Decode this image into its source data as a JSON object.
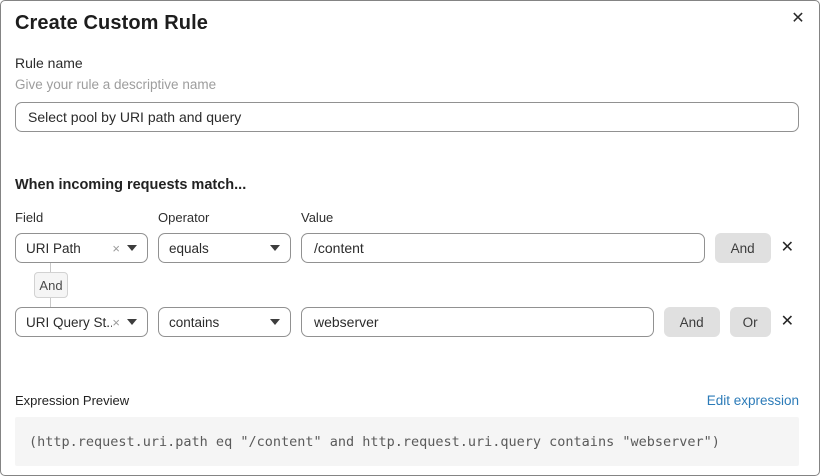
{
  "dialog": {
    "title": "Create Custom Rule"
  },
  "icons": {
    "close": "✕",
    "clear": "×"
  },
  "rule_name": {
    "label": "Rule name",
    "hint": "Give your rule a descriptive name",
    "value": "Select pool by URI path and query"
  },
  "match": {
    "heading": "When incoming requests match...",
    "column_headers": [
      "Field",
      "Operator",
      "Value"
    ],
    "connector_label": "And",
    "rows": [
      {
        "field": "URI Path",
        "operator": "equals",
        "value": "/content",
        "buttons": [
          "And"
        ]
      },
      {
        "field": "URI Query St...",
        "operator": "contains",
        "value": "webserver",
        "buttons": [
          "And",
          "Or"
        ]
      }
    ]
  },
  "expression": {
    "label": "Expression Preview",
    "edit_link": "Edit expression",
    "link_color": "#2c7bb8",
    "code": "(http.request.uri.path eq \"/content\" and http.request.uri.query contains \"webserver\")"
  }
}
